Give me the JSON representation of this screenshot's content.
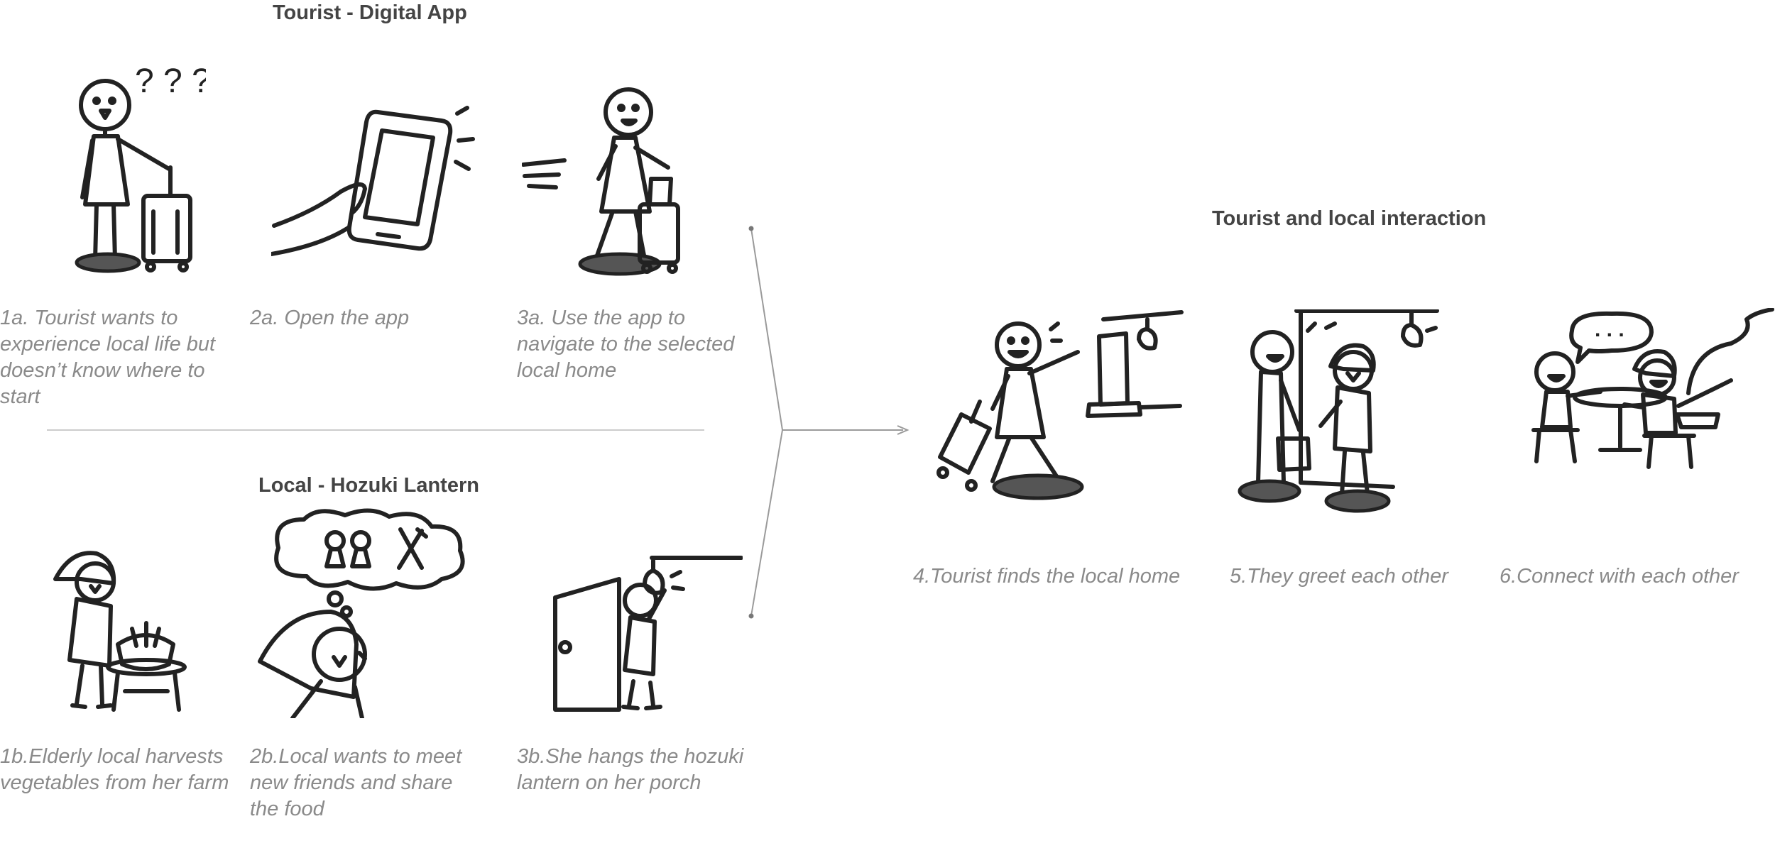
{
  "headings": {
    "tourist": "Tourist - Digital App",
    "local": "Local - Hozuki Lantern",
    "interaction": "Tourist and local interaction"
  },
  "panels": {
    "1a": {
      "caption": "1a. Tourist wants to experience local life but doesn’t know where to start",
      "thought": "? ? ?"
    },
    "2a": {
      "caption": "2a. Open the app"
    },
    "3a": {
      "caption": "3a. Use the app to navigate to the selected local home"
    },
    "1b": {
      "caption": "1b.Elderly local harvests vegetables from her farm"
    },
    "2b": {
      "caption": "2b.Local wants to meet new friends and share the food"
    },
    "3b": {
      "caption": "3b.She hangs the hozuki lantern on her porch"
    },
    "4": {
      "caption": "4.Tourist finds the local home"
    },
    "5": {
      "caption": "5.They greet each other"
    },
    "6": {
      "caption": "6.Connect with each other",
      "speech": ". . ."
    }
  },
  "colors": {
    "heading": "#444444",
    "caption": "#8a8a8a",
    "ink": "#222222",
    "connector": "#9a9a9a",
    "divider": "#cccccc"
  }
}
